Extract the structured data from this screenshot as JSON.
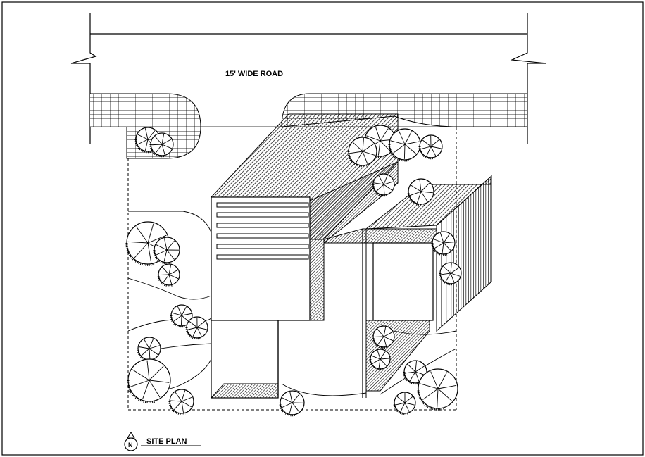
{
  "drawing": {
    "road_label": "15' WIDE ROAD",
    "title": "SITE PLAN",
    "north_symbol": "N"
  },
  "colors": {
    "ink": "#000000",
    "paper": "#ffffff"
  }
}
